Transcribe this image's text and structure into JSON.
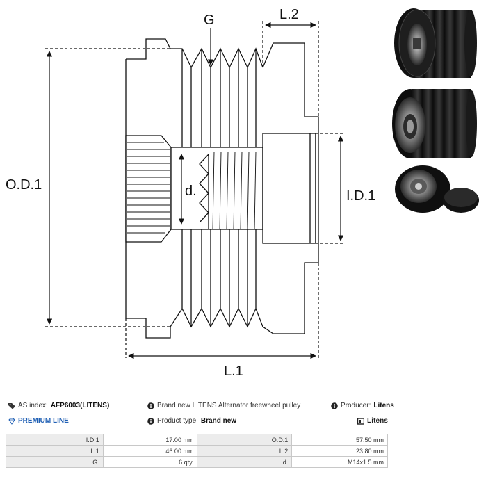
{
  "diagram": {
    "labels": {
      "g": "G",
      "l2": "L.2",
      "od1": "O.D.1",
      "id1": "I.D.1",
      "d": "d.",
      "l1": "L.1"
    }
  },
  "info": {
    "as_index_label": "AS index:",
    "as_index_value": "AFP6003(LITENS)",
    "description": "Brand new LITENS Alternator freewheel pulley",
    "producer_label": "Producer:",
    "producer_value": "Litens",
    "premium": "PREMIUM LINE",
    "product_type_label": "Product type:",
    "product_type_value": "Brand new",
    "brand_logo": "Litens"
  },
  "specs": [
    {
      "label": "I.D.1",
      "value": "17.00 mm",
      "label2": "O.D.1",
      "value2": "57.50 mm"
    },
    {
      "label": "L.1",
      "value": "46.00 mm",
      "label2": "L.2",
      "value2": "23.80 mm"
    },
    {
      "label": "G.",
      "value": "6 qty.",
      "label2": "d.",
      "value2": "M14x1.5 mm"
    }
  ],
  "colors": {
    "premium": "#1f5fb4",
    "table_label_bg": "#ececec",
    "table_border": "#c8c8c8"
  }
}
